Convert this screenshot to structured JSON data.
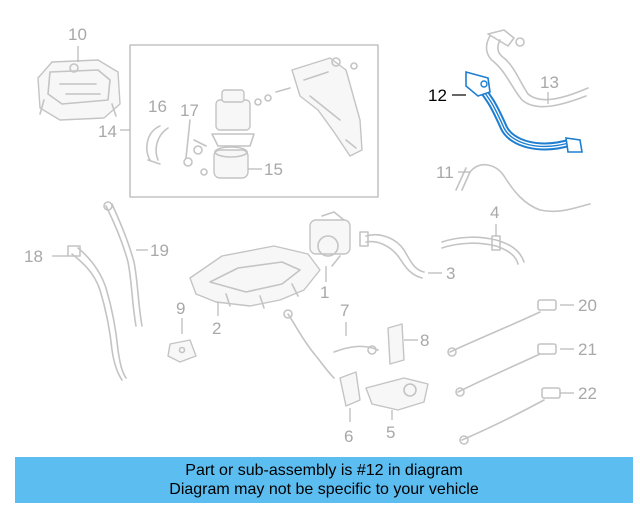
{
  "diagram": {
    "highlighted_callout": "12",
    "highlight_color": "#1e7fd0",
    "callouts": [
      "1",
      "2",
      "3",
      "4",
      "5",
      "6",
      "7",
      "8",
      "9",
      "10",
      "11",
      "12",
      "13",
      "14",
      "15",
      "16",
      "17",
      "18",
      "19",
      "20",
      "21",
      "22"
    ]
  },
  "banner": {
    "line1": "Part or sub-assembly is #12 in diagram",
    "line2": "Diagram may not be specific to your vehicle",
    "background": "#5bbdf0"
  }
}
